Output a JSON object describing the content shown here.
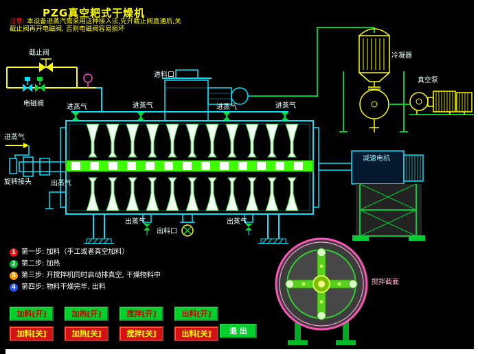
{
  "window": {
    "title": "PZG真空耙式干燥机"
  },
  "notice": {
    "prefix": "注意:",
    "text": "本设备进蒸汽需采用这种接入法,先开截止阀直通后,关截止阀再开电磁阀, 否则电磁阀容易损坏"
  },
  "labels": {
    "stop_valve": "截止阀",
    "solenoid_valve": "电磁阀",
    "steam_in_left": "进蒸气",
    "steam_in_1": "进蒸气",
    "steam_in_2": "进蒸气",
    "steam_in_3": "进蒸气",
    "steam_in_4": "进蒸气",
    "rotary_joint": "旋转接头",
    "feed_inlet": "进料口",
    "condenser": "冷凝器",
    "vacuum_pump": "真空泵",
    "gear_motor": "减速电机",
    "steam_out_left": "出蒸气",
    "steam_out_1": "出蒸气",
    "steam_out_2": "出蒸气",
    "discharge_port": "出料口",
    "cross_section": "搅拌截面"
  },
  "steps": [
    {
      "num": "1",
      "color": "#ee1111",
      "text": "第一步: 加料（手工或者真空加料）"
    },
    {
      "num": "2",
      "color": "#00bb33",
      "text": "第二步: 加热"
    },
    {
      "num": "3",
      "color": "#ff9900",
      "text": "第三步: 开搅拌机同时启动排真空, 干燥物料中"
    },
    {
      "num": "4",
      "color": "#2255ee",
      "text": "第四步: 物料干燥完毕, 出料"
    }
  ],
  "buttons": {
    "on": [
      {
        "label": "加料[开]"
      },
      {
        "label": "加热[开]"
      },
      {
        "label": "搅拌[开]"
      },
      {
        "label": "出料[开]"
      }
    ],
    "off": [
      {
        "label": "加料[关]"
      },
      {
        "label": "加热[关]"
      },
      {
        "label": "搅拌[关]"
      },
      {
        "label": "出料[关]"
      }
    ],
    "exit": "退 出"
  },
  "colors": {
    "background": "#000000",
    "title": "#ffff00",
    "pipe_cyan": "#00e5ff",
    "pipe_yellow": "#ffff00",
    "pipe_green": "#00cc33",
    "shaft_green": "#3dff00",
    "cross_section_ring": "#ff55bb",
    "on_bg": "#00d02a",
    "on_text": "#cc0000",
    "off_bg": "#d61111",
    "off_text": "#ffff00",
    "exit_bg": "#00d02a",
    "exit_text": "#ffffff"
  }
}
